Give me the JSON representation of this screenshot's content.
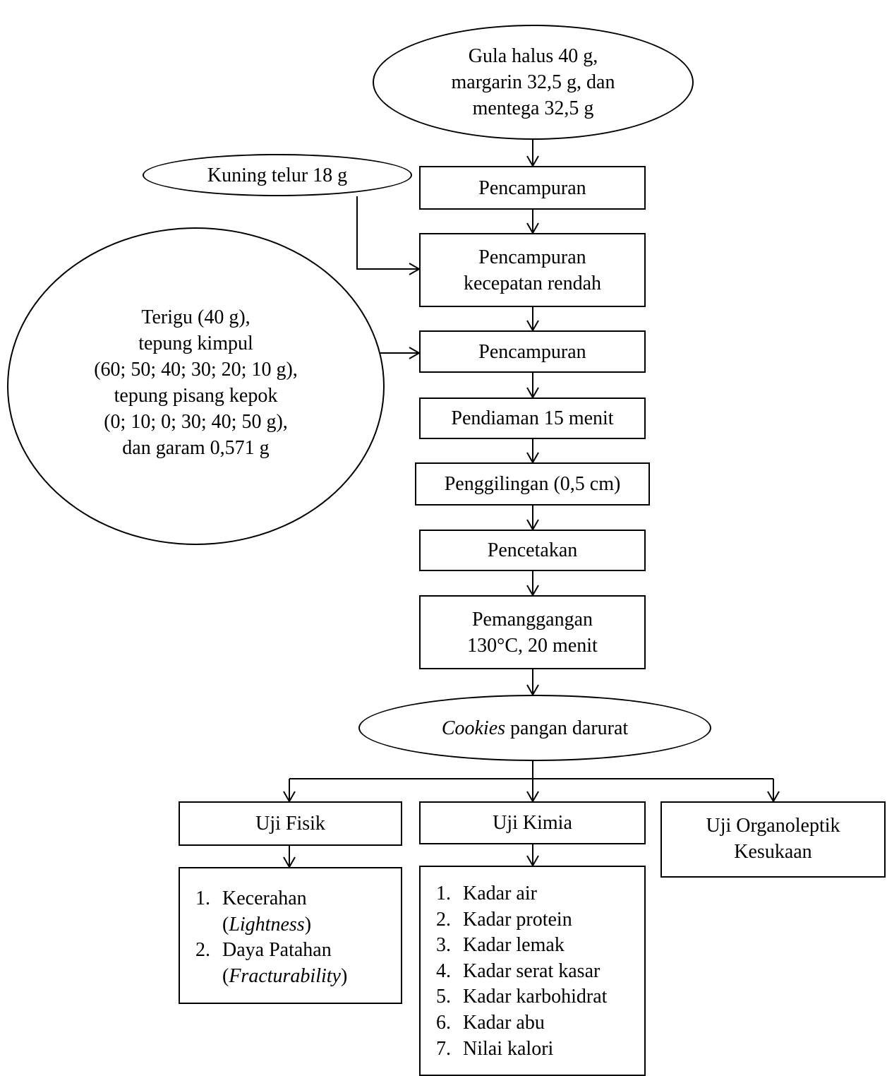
{
  "nodes": {
    "sugar_input": "Gula halus 40 g,\nmargarin 32,5 g, dan\nmentega 32,5 g",
    "egg_input": "Kuning telur 18 g",
    "mix1": "Pencampuran",
    "mix_low": "Pencampuran\nkecepatan rendah",
    "flour_input": "Terigu (40 g),\ntepung kimpul\n(60; 50; 40; 30; 20; 10 g),\ntepung pisang kepok\n(0; 10; 0; 30; 40; 50 g),\ndan garam 0,571 g",
    "mix2": "Pencampuran",
    "rest": "Pendiaman 15 menit",
    "roll": "Penggilingan (0,5 cm)",
    "mold": "Pencetakan",
    "bake": "Pemanggangan\n130°C, 20 menit",
    "product_italic": "Cookies",
    "product_rest": " pangan darurat",
    "physical": "Uji Fisik",
    "chemical": "Uji Kimia",
    "sensory": "Uji Organoleptik\nKesukaan"
  },
  "physical_tests": [
    {
      "num": "1.",
      "label": "Kecerahan",
      "sub_italic": "Lightness"
    },
    {
      "num": "2.",
      "label": "Daya Patahan",
      "sub_italic": "Fracturability"
    }
  ],
  "chemical_tests": [
    {
      "num": "1.",
      "label": "Kadar air"
    },
    {
      "num": "2.",
      "label": "Kadar protein"
    },
    {
      "num": "3.",
      "label": "Kadar lemak"
    },
    {
      "num": "4.",
      "label": "Kadar serat kasar"
    },
    {
      "num": "5.",
      "label": "Kadar karbohidrat"
    },
    {
      "num": "6.",
      "label": "Kadar abu"
    },
    {
      "num": "7.",
      "label": "Nilai kalori"
    }
  ]
}
